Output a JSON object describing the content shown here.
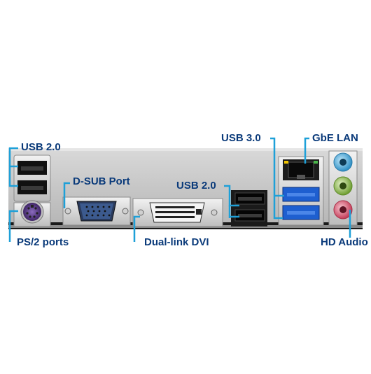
{
  "labels": {
    "usb20_left": "USB 2.0",
    "dsub": "D-SUB Port",
    "usb20_mid": "USB 2.0",
    "usb30": "USB 3.0",
    "gbe_lan": "GbE LAN",
    "ps2": "PS/2 ports",
    "dvi": "Dual-link DVI",
    "hd_audio": "HD Audio"
  },
  "colors": {
    "label_text": "#0a3a7a",
    "callout_line": "#1ea0d8",
    "panel": "#c9c9c9",
    "usb3_blue": "#1e5fd0",
    "ps2_purple": "#5a3a8a",
    "audio_blue": "#3a9fd0",
    "audio_green": "#7cb342",
    "audio_pink": "#d8506a"
  }
}
